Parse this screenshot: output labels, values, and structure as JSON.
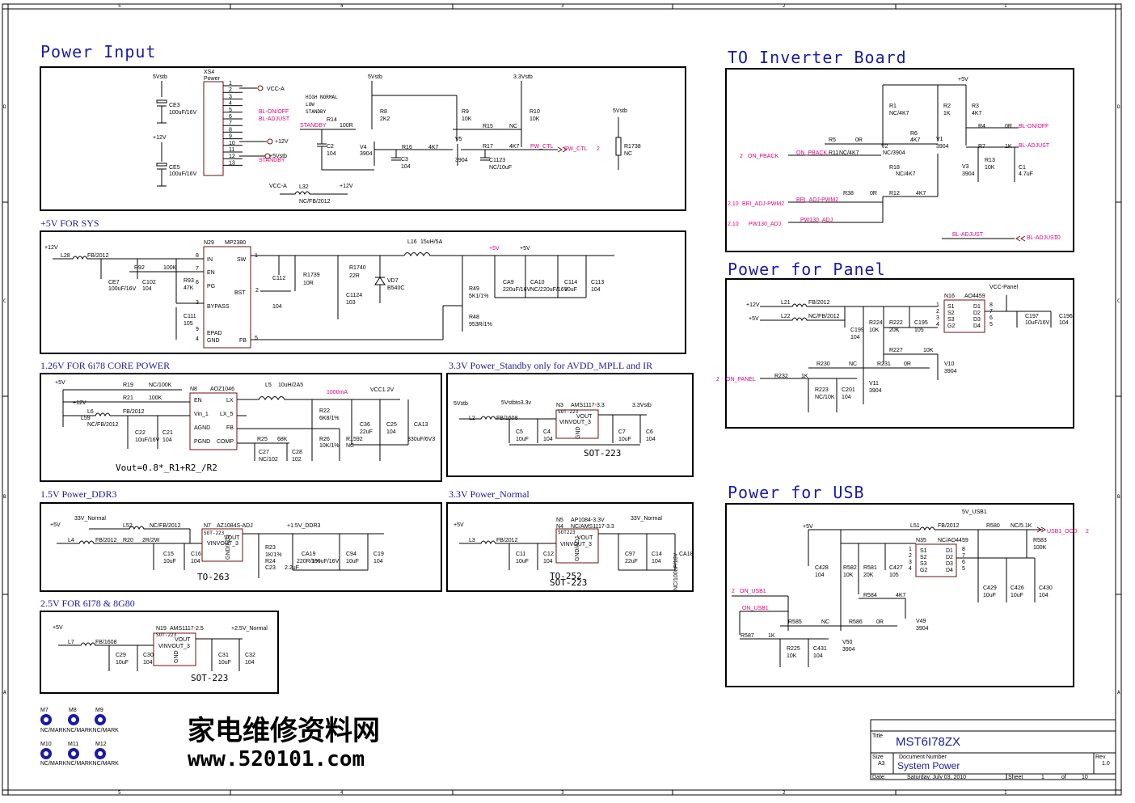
{
  "border": {
    "columns": [
      "5",
      "4",
      "3",
      "2",
      "1"
    ],
    "rows": [
      "D",
      "C",
      "B",
      "A"
    ]
  },
  "sections": {
    "power_input": "Power Input",
    "to_inverter": "TO Inverter Board",
    "power_panel": "Power for Panel",
    "power_usb": "Power for USB",
    "sys5v": "+5V FOR SYS",
    "core126": "1.26V FOR 6i78 CORE POWER",
    "standby33": "3.3V Power_Standby only for AVDD_MPLL and IR",
    "ddr15": "1.5V Power_DDR3",
    "normal33": "3.3V Power_Normal",
    "v25": "2.5V FOR 6I78 & 8G80"
  },
  "power_input": {
    "conn_ref": "XS4",
    "conn_name": "Power",
    "pins": [
      "1",
      "2",
      "3",
      "4",
      "5",
      "6",
      "7",
      "8",
      "9",
      "10",
      "11",
      "12",
      "13"
    ],
    "nets": {
      "vcca": "VCC-A",
      "blonoff": "BL-ON/OFF",
      "bladj": "BL-ADJUST",
      "p12": "+12V",
      "p5": "+5Vstb",
      "stby": "STANDBY",
      "v5stb": "5Vstb",
      "v12": "+12V",
      "v33": "3.3Vstb",
      "v5stb2": "5Vstb"
    },
    "notes": [
      "HIGH NORMAL",
      "LOW",
      "STANDBY"
    ],
    "caps": {
      "ce3": "CE3",
      "ce3v": "100uF/16V",
      "ce5": "CE5",
      "ce5v": "100uF/16V",
      "c2": "C2",
      "c2v": "104",
      "c3": "C3",
      "c3v": "104",
      "c1123": "C1123",
      "c1123v": "NC/10uF"
    },
    "res": {
      "r8": "R8",
      "r8v": "2K2",
      "r14": "R14",
      "r14v": "100R",
      "r16": "R16",
      "r16v": "4K7",
      "r9": "R9",
      "r9v": "10K",
      "r10": "R10",
      "r10v": "10K",
      "r15": "R15",
      "r15v": "NC",
      "r17": "R17",
      "r17v": "4K7",
      "r1738": "R1738",
      "r1738v": "NC"
    },
    "trans": {
      "v4": "V4",
      "v4v": "3904",
      "v5": "V5",
      "v5v": "3904"
    },
    "pwctl": "PW_CTL",
    "pwctl2": "PW_CTL",
    "pwctl_sheet": "2",
    "stby_lbl": "STANDBY",
    "l32": "L32",
    "l32v": "NC/FB/2012",
    "l32l": "VCC-A",
    "l32r": "+12V"
  },
  "inverter": {
    "p5v": "+5V",
    "r1": "R1",
    "r1v": "NC/4K7",
    "r2": "R2",
    "r2v": "1K",
    "r3": "R3",
    "r3v": "4K7",
    "r5": "R5",
    "r5v": "0R",
    "r11": "R11",
    "r11v": "NC/4K7",
    "r6": "R6",
    "r6v": "4K7",
    "r4": "R4",
    "r4v": "0R",
    "r7": "R7",
    "r7v": "1K",
    "r13": "R13",
    "r13v": "10K",
    "c1": "C1",
    "c1v": "4.7uF",
    "r18": "R18",
    "r18v": "NC/4K7",
    "r38": "R38",
    "r38v": "0R",
    "r12": "R12",
    "r12v": "4K7",
    "v1": "V1",
    "v1v": "3904",
    "v2": "V2",
    "v2v": "NC/3904",
    "v3": "V3",
    "v3v": "3904",
    "onpback": "ON_PBACK",
    "onpback_sheet": "2",
    "bri": "BRI_ADJ-PWM2",
    "bri_sheet": "2,10",
    "pw130": "PW130_ADJ",
    "pw130_sheet": "2,10",
    "blonoff": "BL-ON/OFF",
    "bladj": "BL-ADJUST",
    "bladj2": "BL-ADJUST",
    "bladj_sheet": "10"
  },
  "sys5v": {
    "chip": "N29",
    "chipv": "MP2380",
    "pins": {
      "in": "IN",
      "en": "EN",
      "pg": "PG",
      "bypass": "BYPASS",
      "epad": "EPAD",
      "gnd": "GND",
      "sw": "SW",
      "bst": "BST",
      "fb": "FB"
    },
    "pinnums": {
      "in": "8",
      "en": "7",
      "pg": "6",
      "bypass": "3",
      "epad": "9",
      "gnd": "4",
      "sw": "1",
      "bst": "2",
      "fb": "5"
    },
    "l28": "L28",
    "l28v": "FB/2012",
    "p12": "+12V",
    "ce7": "CE7",
    "ce7v": "100uF/16V",
    "c102": "C102",
    "c102v": "104",
    "r92": "R92",
    "r92v": "100K",
    "r93": "R93",
    "r93v": "47K",
    "c111": "C111",
    "c111v": "105",
    "c112": "C112",
    "c112v": "104",
    "r1739": "R1739",
    "r1739v": "10R",
    "r1740": "R1740",
    "r1740v": "22R",
    "c1124": "C1124",
    "c1124v": "103",
    "vd7": "VD7",
    "vd7v": "B540C",
    "l16": "L16",
    "l16v": "15uH/5A",
    "r49": "R49",
    "r49v": "5K1/1%",
    "r48": "R48",
    "r48v": "953R/1%",
    "p5v_a": "+5V",
    "p5v_b": "+5V",
    "ca9": "CA9",
    "ca9v": "220uF/16V",
    "ca10": "CA10",
    "ca10v": "NC/220uF/16V",
    "c114": "C114",
    "c114v": "10uF",
    "c113": "C113",
    "c113v": "104"
  },
  "core126": {
    "chip": "N8",
    "chipv": "AOZ1046",
    "pins": {
      "en": "EN",
      "vin": "Vin_1",
      "agnd": "AGND",
      "pgnd": "PGND",
      "lx": "LX",
      "lx5": "LX_5",
      "fb": "FB",
      "comp": "COMP"
    },
    "p5v": "+5V",
    "p12": "+12V",
    "r19": "R19",
    "r19v": "NC/100K",
    "r21": "R21",
    "r21v": "100K",
    "l6": "L6",
    "l6v": "FB/2012",
    "l59": "L59",
    "l59v": "NC/FB/2012",
    "c22": "C22",
    "c22v": "10uF/16V",
    "c21": "C21",
    "c21v": "104",
    "l5": "L5",
    "l5v": "10uH/2A5",
    "ima": "1000mA",
    "vcc": "VCC1.2V",
    "r22": "R22",
    "r22v": "6K8/1%",
    "r26": "R26",
    "r26v": "10K/1%",
    "r1592": "R1592",
    "r1592v": "NC",
    "c36": "C36",
    "c36v": "22uF",
    "c25": "C25",
    "c25v": "104",
    "ca13": "CA13",
    "ca13v": "330uF/6V3",
    "r25": "R25",
    "r25v": "68K",
    "c27": "C27",
    "c27v": "NC/102",
    "c28": "C28",
    "c28v": "102",
    "formula": "Vout=0.8*_R1+R2_/R2"
  },
  "standby33": {
    "v5": "5Vstb",
    "vmid": "5Vstbto3.3v",
    "vout": "3.3Vstb",
    "l2": "L2",
    "l2v": "FB/1608",
    "chip": "N3",
    "chipv": "AMS1117-3.3",
    "pkgtop": "SOT-223",
    "vout_lbl": "VOUT",
    "vinout": "VINVOUT_3",
    "gnd": "GND",
    "c5": "C5",
    "c5v": "10uF",
    "c4": "C4",
    "c4v": "104",
    "c7": "C7",
    "c7v": "10uF",
    "c6": "C6",
    "c6v": "104",
    "pkg": "SOT-223"
  },
  "ddr15": {
    "vn": "33V_Normal",
    "p5": "+5V",
    "l52": "L52",
    "l52v": "NC/FB/2012",
    "l4": "L4",
    "l4v": "FB/2012",
    "r20": "R20",
    "r20v": "2R/2W",
    "chip": "N7",
    "chipv": "AZ1084S-ADJ",
    "pkgtop": "SOT-223",
    "vout_lbl": "VOUT",
    "vinout": "VINVOUT_3",
    "adj": "GND/ADJ",
    "pkgmid": "TO-263",
    "vout": "+1.5V_DDR3",
    "c15": "C15",
    "c15v": "10uF",
    "c16": "C16",
    "c16v": "104",
    "r23": "R23",
    "r23v": "1K/1%",
    "r24": "R24",
    "r24v": "220R/1%",
    "c23": "C23",
    "c23v": "2.2uF",
    "ca19": "CA19",
    "ca19v": "100uF/16V",
    "c94": "C94",
    "c94v": "10uF",
    "c19": "C19",
    "c19v": "104",
    "pkg": "TO-263"
  },
  "normal33": {
    "p5": "+5V",
    "vn": "33V_Normal",
    "l3": "L3",
    "l3v": "FB/2012",
    "n5": "N5",
    "n5v": "AP1084-3.3V",
    "n4": "N4",
    "n4v": "NC/AMS1117-3.3",
    "pkgtop": "SOT223",
    "vout_lbl": "VOUT",
    "vinout": "VINVOUT_3",
    "adj": "GND/ADJ",
    "c11": "C11",
    "c11v": "10uF",
    "c12": "C12",
    "c12v": "104",
    "c97": "C97",
    "c97v": "22uF",
    "c14": "C14",
    "c14v": "104",
    "ca18": "CA18",
    "ca18v": "NC/100uF/16V",
    "pkg1": "TO-252",
    "pkg2": "SOT-223"
  },
  "v25": {
    "p5": "+5V",
    "l7": "L7",
    "l7v": "FB/1608",
    "chip": "N19",
    "chipv": "AMS1117-2.5",
    "pkgtop": "SOT-223",
    "vout_lbl": "VOUT",
    "vinout": "VINVOUT_3",
    "gnd": "GND",
    "vout": "+2.5V_Normal",
    "c29": "C29",
    "c29v": "10uF",
    "c30": "C30",
    "c30v": "104",
    "c31": "C31",
    "c31v": "10uF",
    "c32": "C32",
    "c32v": "104",
    "pkg": "SOT-223"
  },
  "panel": {
    "p12": "+12V",
    "p5": "+5V",
    "l21": "L21",
    "l21v": "FB/2012",
    "l22": "L22",
    "l22v": "NC/FB/2012",
    "chip": "N16",
    "chipv": "AO4459",
    "pins": [
      "S1",
      "S2",
      "S3",
      "G2",
      "D1",
      "D2",
      "D3",
      "D4"
    ],
    "pinnums": [
      "1",
      "2",
      "3",
      "4",
      "8",
      "7",
      "6",
      "5"
    ],
    "vccp": "VCC-Panel",
    "c199": "C199",
    "c199v": "104",
    "r224": "R224",
    "r224v": "10K",
    "r222": "R222",
    "r222v": "20K",
    "c195": "C195",
    "c195v": "105",
    "c197": "C197",
    "c197v": "10uF/16V",
    "c196": "C196",
    "c196v": "104",
    "r227": "R227",
    "r227v": "10K",
    "r230": "R230",
    "r230v": "NC",
    "r231": "R231",
    "r231v": "0R",
    "v10": "V10",
    "v10v": "3904",
    "onpanel": "ON_PANEL",
    "onpanel_sheet": "2",
    "r232": "R232",
    "r232v": "1K",
    "v11": "V11",
    "v11v": "3904",
    "r223": "R223",
    "r223v": "NC/10K",
    "c201": "C201",
    "c201v": "104"
  },
  "usb": {
    "v5usb": "5V_USB1",
    "p5": "+5V",
    "l51": "L51",
    "l51v": "FB/2012",
    "r580": "R580",
    "r580v": "NC/5.1K",
    "usbocd": "USB1_OCD",
    "usbocd_sheet": "2",
    "r583": "R583",
    "r583v": "100K",
    "chip": "N35",
    "chipv": "NC/AO4459",
    "pins": [
      "S1",
      "S2",
      "S3",
      "G2",
      "D1",
      "D2",
      "D3",
      "D4"
    ],
    "pinnums": [
      "1",
      "2",
      "3",
      "4",
      "8",
      "7",
      "6",
      "5"
    ],
    "c428": "C428",
    "c428v": "104",
    "r582": "R582",
    "r582v": "10K",
    "r581": "R581",
    "r581v": "20K",
    "c427": "C427",
    "c427v": "105",
    "c429": "C429",
    "c429v": "10uF",
    "c426": "C426",
    "c426v": "10uF",
    "c430": "C430",
    "c430v": "104",
    "onusb": "ON_USB1",
    "onusb_sheet": "2",
    "onusb2": "ON_USB1",
    "r584": "R584",
    "r584v": "4K7",
    "r585": "R585",
    "r585v": "NC",
    "r586": "R586",
    "r586v": "0R",
    "v49": "V49",
    "v49v": "3904",
    "v50": "V50",
    "v50v": "3904",
    "r587": "R587",
    "r587v": "1K",
    "r225": "R225",
    "r225v": "10K",
    "c431": "C431",
    "c431v": "104"
  },
  "marks": {
    "row1": [
      "M7",
      "M8",
      "M9"
    ],
    "row2": [
      "M10",
      "M11",
      "M12"
    ],
    "label1": "NC/MARKNC/MARKNC/MARK",
    "label2": "NC/MARKNC/MARKNC/MARK"
  },
  "watermark": {
    "cn": "家电维修资料网",
    "url": "www.520101.com"
  },
  "title_block": {
    "title_lbl": "Title",
    "title": "MST6I78ZX",
    "size_lbl": "Size",
    "size": "A3",
    "docnum_lbl": "Document Number",
    "doc": "System Power",
    "rev_lbl": "Rev",
    "rev": "1.0",
    "date_lbl": "Date:",
    "date": "Saturday, July 03, 2010",
    "sheet_lbl": "Sheet",
    "sheet": "1",
    "of_lbl": "of",
    "of": "10"
  },
  "colors": {
    "title": "#1a1aa6",
    "net": "#e0007f",
    "wire": "#000000",
    "chip": "#6b1010"
  }
}
